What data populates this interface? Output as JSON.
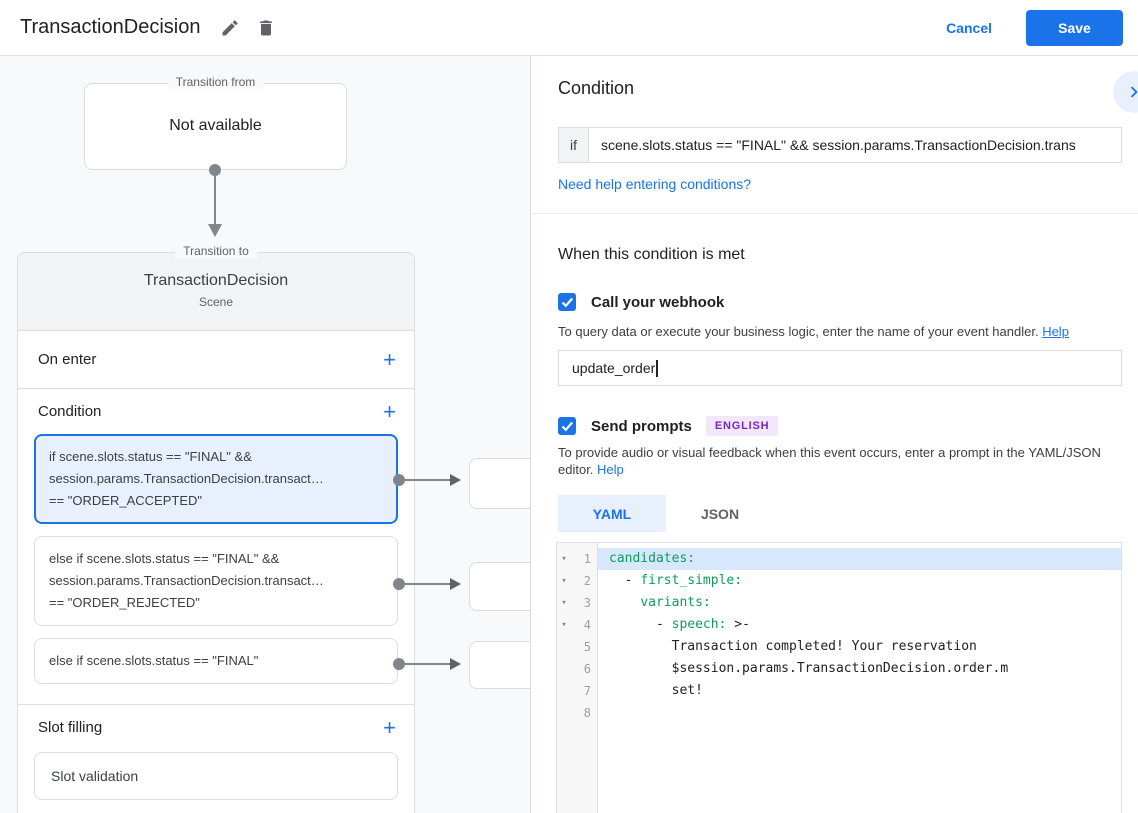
{
  "header": {
    "title": "TransactionDecision",
    "cancel_label": "Cancel",
    "save_label": "Save"
  },
  "icons": {
    "edit": "pencil",
    "delete": "trash",
    "add": "+",
    "chevron_right": "›",
    "checkmark": "✓",
    "fold_arrow": "▾"
  },
  "colors": {
    "accent": "#1a73e8",
    "save_button_bg": "#1a73e8",
    "selected_card_bg": "#e8f0fe",
    "selected_card_border": "#1a73e8",
    "badge_bg": "#f2e7fd",
    "badge_text": "#7627bb",
    "yaml_key_green": "#0f9d58",
    "editor_highlight": "#d7e7fd",
    "canvas_bg": "#f8f9fa"
  },
  "diagram": {
    "transition_from": {
      "label": "Transition from",
      "content": "Not available"
    },
    "transition_to": {
      "label": "Transition to",
      "title": "TransactionDecision",
      "subtitle": "Scene",
      "on_enter_title": "On enter",
      "condition_title": "Condition",
      "slot_filling_title": "Slot filling",
      "slot_items": [
        "Slot validation"
      ],
      "conditions": [
        {
          "selected": true,
          "lines": [
            "if scene.slots.status == \"FINAL\" &&",
            "session.params.TransactionDecision.transact…",
            "== \"ORDER_ACCEPTED\""
          ]
        },
        {
          "selected": false,
          "lines": [
            "else if scene.slots.status == \"FINAL\" &&",
            "session.params.TransactionDecision.transact…",
            "== \"ORDER_REJECTED\""
          ]
        },
        {
          "selected": false,
          "lines": [
            "else if scene.slots.status == \"FINAL\""
          ]
        }
      ]
    }
  },
  "panel": {
    "condition": {
      "title": "Condition",
      "if_label": "if",
      "if_value": "scene.slots.status == \"FINAL\" && session.params.TransactionDecision.trans",
      "help_link": "Need help entering conditions?"
    },
    "when_met_title": "When this condition is met",
    "webhook": {
      "label": "Call your webhook",
      "checked": true,
      "description": "To query data or execute your business logic, enter the name of your event handler. ",
      "help_label": "Help",
      "value": "update_order"
    },
    "prompts": {
      "label": "Send prompts",
      "checked": true,
      "badge": "ENGLISH",
      "description": "To provide audio or visual feedback when this event occurs, enter a prompt in the YAML/JSON editor. ",
      "help_label": "Help",
      "tabs": [
        {
          "label": "YAML",
          "active": true
        },
        {
          "label": "JSON",
          "active": false
        }
      ]
    },
    "editor": {
      "lines": [
        {
          "num": "1",
          "foldable": true,
          "highlighted": true,
          "segments": [
            {
              "t": "candidates:",
              "c": "key"
            }
          ]
        },
        {
          "num": "2",
          "foldable": true,
          "segments": [
            {
              "t": "  - ",
              "c": "plain"
            },
            {
              "t": "first_simple:",
              "c": "key"
            }
          ]
        },
        {
          "num": "3",
          "foldable": true,
          "segments": [
            {
              "t": "    ",
              "c": "plain"
            },
            {
              "t": "variants:",
              "c": "key"
            }
          ]
        },
        {
          "num": "4",
          "foldable": true,
          "segments": [
            {
              "t": "      - ",
              "c": "plain"
            },
            {
              "t": "speech:",
              "c": "key"
            },
            {
              "t": " >-",
              "c": "plain"
            }
          ]
        },
        {
          "num": "5",
          "segments": [
            {
              "t": "        Transaction completed! Your reservation",
              "c": "plain"
            }
          ]
        },
        {
          "num": "6",
          "segments": [
            {
              "t": "        $session.params.TransactionDecision.order.m",
              "c": "plain"
            }
          ]
        },
        {
          "num": "7",
          "segments": [
            {
              "t": "        set!",
              "c": "plain"
            }
          ]
        },
        {
          "num": "8",
          "segments": []
        }
      ]
    }
  }
}
